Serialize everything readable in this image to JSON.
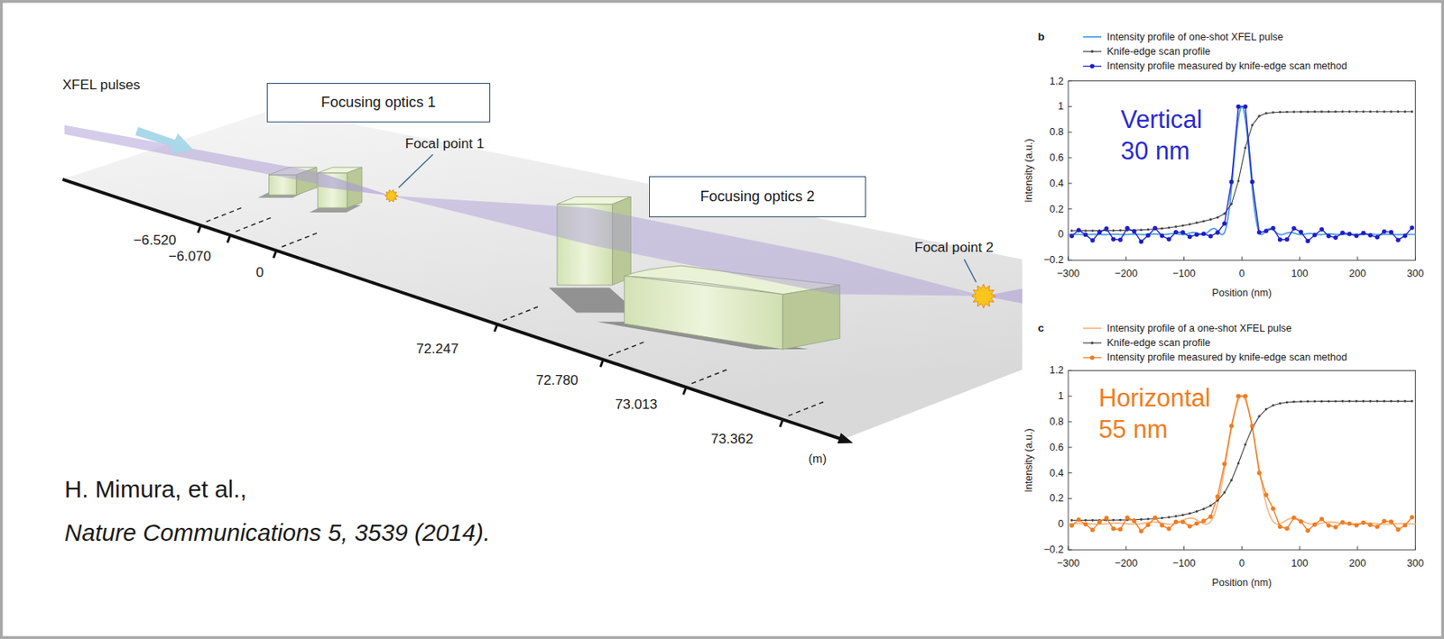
{
  "diagram": {
    "nodes": [
      {
        "text": [
          "Focusing optics 1"
        ]
      },
      {
        "text": [
          "Focusing optics 2"
        ]
      }
    ],
    "labels": [
      "XFEL pulses",
      "Focal point 1",
      "Focal point 2",
      "−6.520",
      "−6.070",
      "0",
      "72.247",
      "72.780",
      "73.013",
      "73.362",
      "(m)",
      "H. Mimura, et al.,",
      "Nature Communications 5, 3539 (2014).",
      "b",
      "Vertical 30 nm",
      "1.2",
      "1",
      "0.8",
      "0.6",
      "0.4",
      "0.2",
      "0",
      "−0.2",
      "−300",
      "−200",
      "−100",
      "0",
      "100",
      "200",
      "300",
      "Intensity (a.u.)",
      "Position (nm)",
      "c",
      "Horizontal 55 nm",
      "1.2",
      "1",
      "0.8",
      "0.6",
      "0.4",
      "0.2",
      "0",
      "−0.2",
      "−300",
      "−200",
      "−100",
      "0",
      "100",
      "200",
      "300",
      "Intensity (a.u.)",
      "Position (nm)"
    ],
    "legend": [
      {
        "text": "Intensity profile of one-shot XFEL pulse"
      },
      {
        "text": "Knife-edge scan profile"
      },
      {
        "text": "Intensity profile measured by knife-edge scan method"
      },
      {
        "text": "Intensity profile of a one-shot XFEL pulse"
      },
      {
        "text": "Knife-edge scan profile"
      },
      {
        "text": "Intensity profile measured by knife-edge scan method"
      }
    ]
  }
}
